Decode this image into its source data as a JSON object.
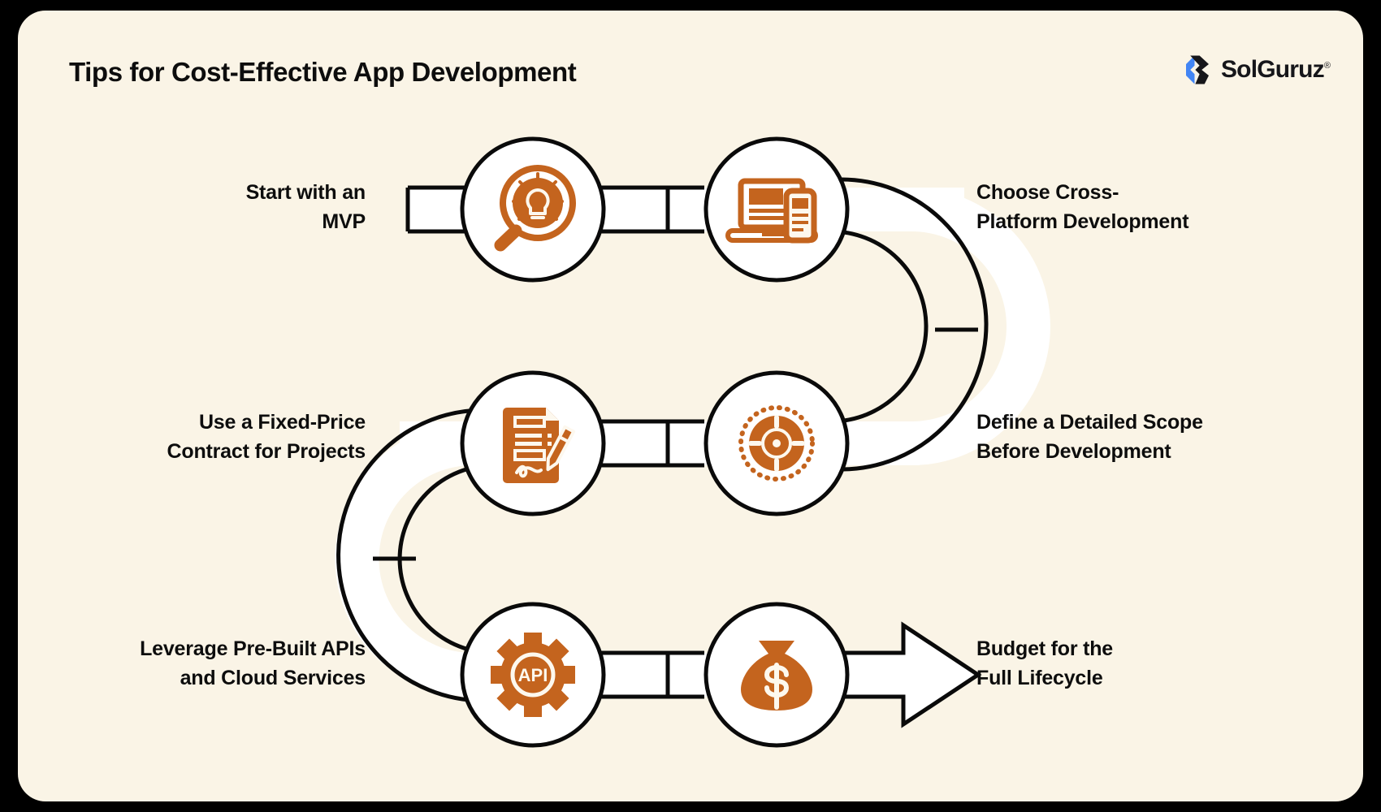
{
  "page": {
    "background_color": "#FAF4E6",
    "outer_color": "#000000",
    "title": "Tips for Cost-Effective App Development",
    "accent_color": "#C4641E",
    "text_color": "#0D0D0D",
    "stroke_color": "#0A0A0A",
    "node_fill": "#FFFFFF"
  },
  "brand": {
    "name": "SolGuruz",
    "trademark": "®",
    "mark_blue": "#4285F4",
    "mark_black": "#16161A",
    "mark_icon": "solguruz-logo-icon"
  },
  "diagram": {
    "type": "serpentine-flow",
    "node_count": 6,
    "steps": [
      {
        "index": 1,
        "icon": "magnifier-lightbulb-icon",
        "label_line1": "Start with an",
        "label_line2": "MVP",
        "label_side": "left"
      },
      {
        "index": 2,
        "icon": "laptop-mobile-icon",
        "label_line1": "Choose Cross-",
        "label_line2": "Platform Development",
        "label_side": "right"
      },
      {
        "index": 3,
        "icon": "contract-pen-icon",
        "label_line1": "Use a Fixed-Price",
        "label_line2": "Contract for Projects",
        "label_side": "left"
      },
      {
        "index": 4,
        "icon": "target-crosshair-icon",
        "label_line1": "Define a Detailed Scope",
        "label_line2": "Before Development",
        "label_side": "right"
      },
      {
        "index": 5,
        "icon": "api-gear-icon",
        "label_line1": "Leverage Pre-Built APIs",
        "label_line2": "and Cloud Services",
        "label_side": "left"
      },
      {
        "index": 6,
        "icon": "money-bag-dollar-icon",
        "label_line1": "Budget for the",
        "label_line2": "Full Lifecycle",
        "label_side": "right"
      }
    ],
    "api_gear_text": "API"
  }
}
